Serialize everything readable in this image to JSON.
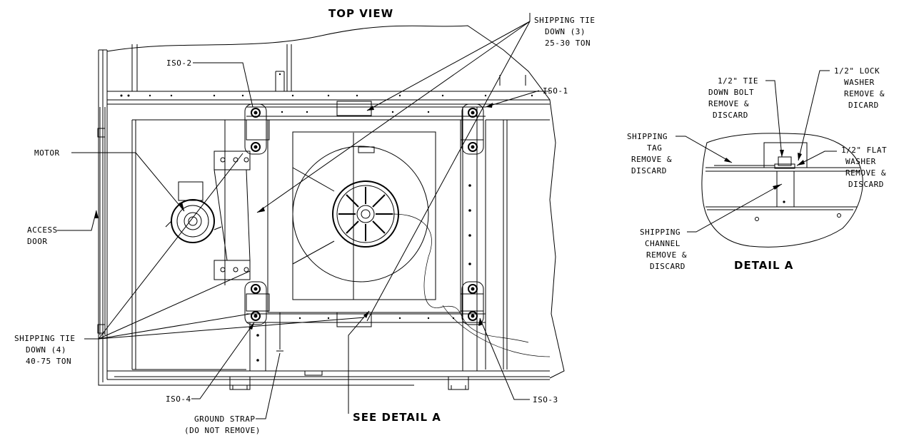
{
  "top_view": {
    "title": "TOP VIEW"
  },
  "labels": {
    "shipping_tie_down_3": [
      "SHIPPING TIE",
      "DOWN (3)",
      "25-30 TON"
    ],
    "iso_2": "ISO-2",
    "iso_1": "ISO-1",
    "motor": "MOTOR",
    "access_door": [
      "ACCESS",
      "DOOR"
    ],
    "shipping_tie_down_4": [
      "SHIPPING TIE",
      "DOWN (4)",
      "40-75 TON"
    ],
    "iso_4": "ISO-4",
    "iso_3": "ISO-3",
    "ground_strap": [
      "GROUND STRAP",
      "(DO NOT REMOVE)"
    ],
    "see_detail_a": "SEE DETAIL A"
  },
  "detail_a": {
    "title": "DETAIL A",
    "tie_down_bolt": [
      "1/2\" TIE",
      "DOWN BOLT",
      "REMOVE &",
      "DISCARD"
    ],
    "lock_washer": [
      "1/2\" LOCK",
      "WASHER",
      "REMOVE &",
      "DICARD"
    ],
    "shipping_tag": [
      "SHIPPING",
      "TAG",
      "REMOVE &",
      "DISCARD"
    ],
    "flat_washer": [
      "1/2\" FLAT",
      "WASHER",
      "REMOVE &",
      "DISCARD"
    ],
    "shipping_channel": [
      "SHIPPING",
      "CHANNEL",
      "REMOVE &",
      "DISCARD"
    ]
  }
}
